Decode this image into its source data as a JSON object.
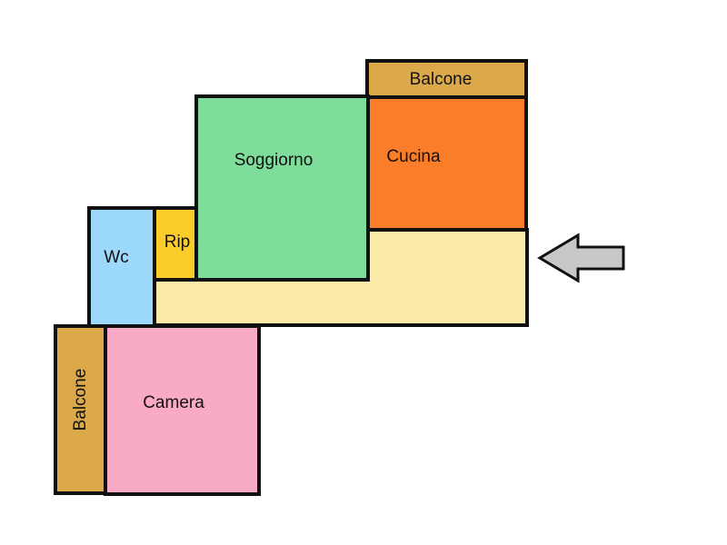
{
  "rooms": {
    "balcone_top": {
      "label": "Balcone",
      "color": "#DBA94A"
    },
    "cucina": {
      "label": "Cucina",
      "color": "#FA7E2A"
    },
    "soggiorno": {
      "label": "Soggiorno",
      "color": "#7EDD9A"
    },
    "rip": {
      "label": "Rip",
      "color": "#FCCC2B"
    },
    "wc": {
      "label": "Wc",
      "color": "#9CD8F9"
    },
    "corridoio": {
      "label": "",
      "color": "#FBEAA8"
    },
    "camera": {
      "label": "Camera",
      "color": "#F9AAC7"
    },
    "balcone_left": {
      "label": "Balcone",
      "color": "#DBA94A"
    }
  },
  "entrance_arrow": {
    "icon": "entrance-arrow-icon",
    "color": "#C8C8C8"
  },
  "colors": {
    "walls": "#111111",
    "background": "#FFFFFF"
  }
}
